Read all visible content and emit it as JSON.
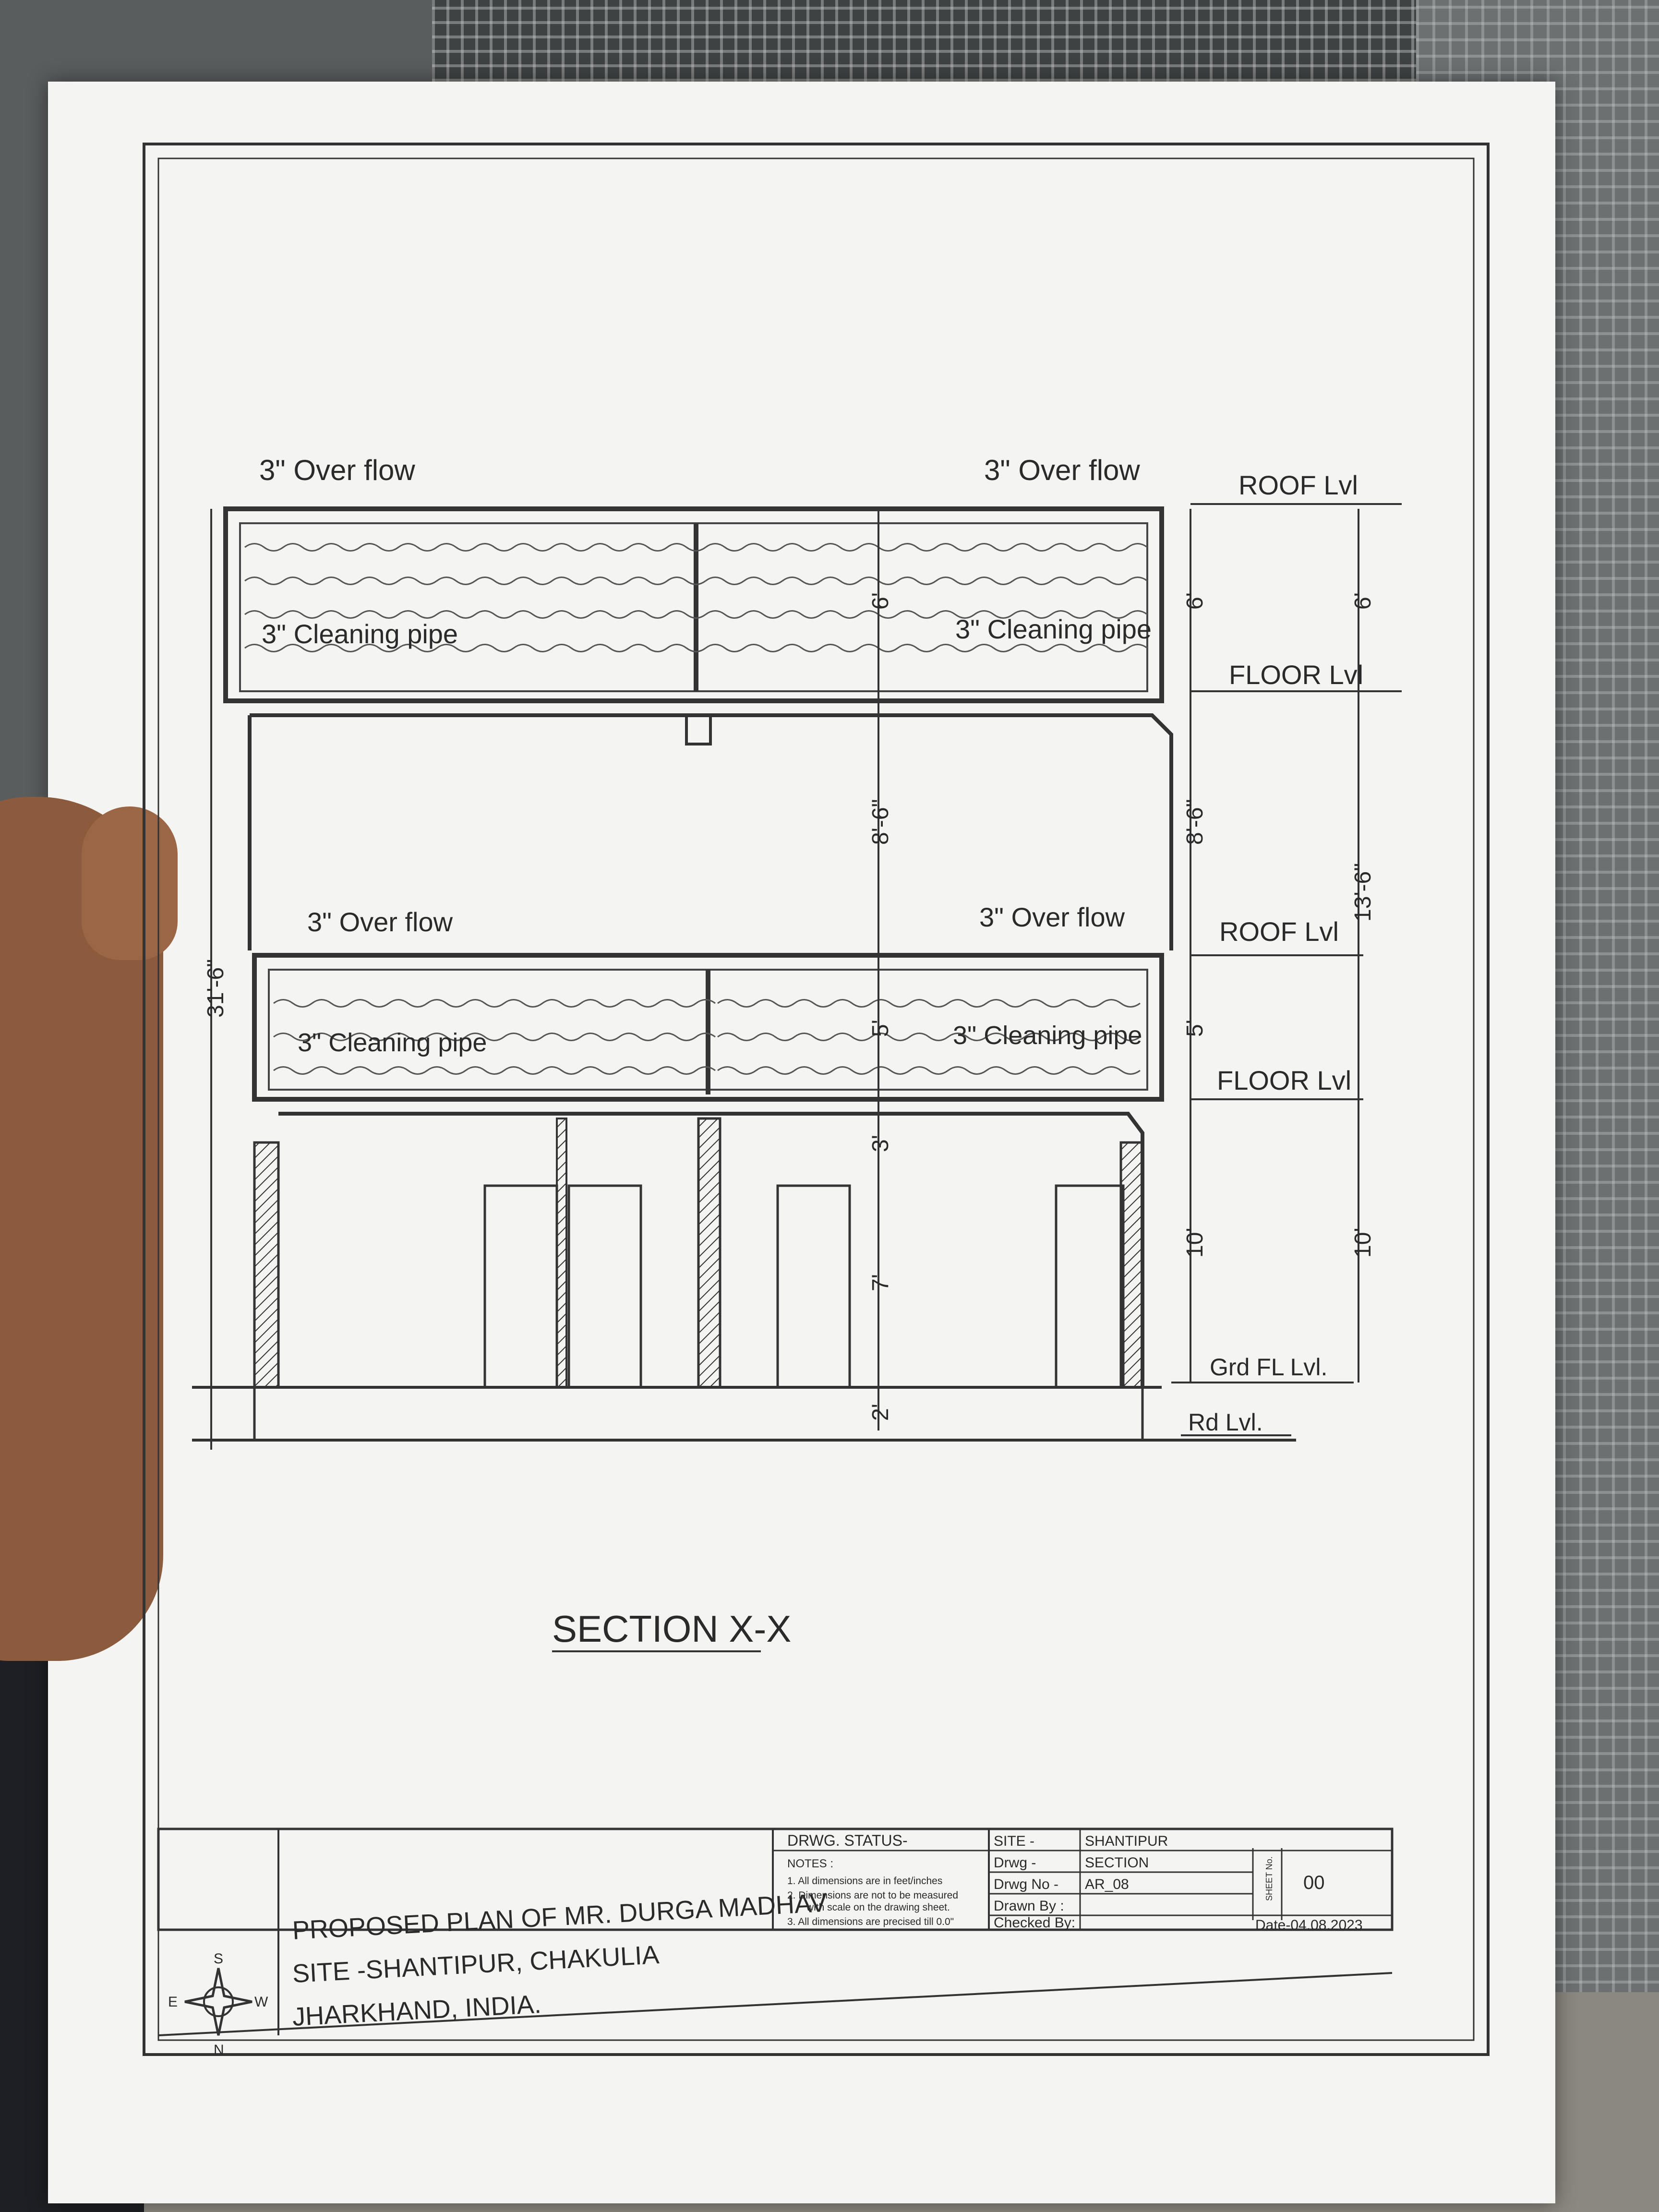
{
  "section_title": "SECTION X-X",
  "upper_tank": {
    "overflow_left": "3\" Over flow",
    "overflow_right": "3\" Over flow",
    "cleaning_left": "3\" Cleaning pipe",
    "cleaning_right": "3\" Cleaning pipe"
  },
  "lower_tank": {
    "overflow_left": "3\" Over flow",
    "overflow_right": "3\" Over flow",
    "cleaning_left": "3\" Cleaning pipe",
    "cleaning_right": "3\" Cleaning pipe"
  },
  "levels": {
    "roof_upper": "ROOF Lvl",
    "floor_upper": "FLOOR Lvl",
    "roof_lower": "ROOF Lvl",
    "floor_lower": "FLOOR Lvl",
    "ground": "Grd FL Lvl.",
    "road": "Rd Lvl."
  },
  "dimensions": {
    "center_6": "6'",
    "center_8_6": "8'-6\"",
    "center_5": "5'",
    "center_3": "3'",
    "center_7": "7'",
    "center_2": "2'",
    "right_6": "6'",
    "right_8_6": "8'-6\"",
    "right_5": "5'",
    "right_10": "10'",
    "far_6": "6'",
    "far_13_6": "13'-6\"",
    "far_10": "10'",
    "total": "31'-6\""
  },
  "title_block": {
    "project": "PROPOSED PLAN OF MR. DURGA MADHAV",
    "site_line": "SITE -SHANTIPUR, CHAKULIA",
    "state_line": "JHARKHAND, INDIA.",
    "status_label": "DRWG. STATUS-",
    "notes_label": "NOTES :",
    "note1": "1. All  dimensions are in feet/inches",
    "note2a": "2. Dimensions are not to be measured",
    "note2b": "with scale on the drawing sheet.",
    "note3": "3. All dimensions are precised till 0.0\"",
    "site_key": "SITE -",
    "site_val": "SHANTIPUR",
    "drwg_key": "Drwg -",
    "drwg_val": "SECTION",
    "drwgno_key": "Drwg No -",
    "drwgno_val": "AR_08",
    "drawn_key": "Drawn By :",
    "checked_key": "Checked By:",
    "sheet_label": "SHEET No.",
    "sheet_val": "00",
    "date": "Date-04.08.2023"
  },
  "compass": {
    "n": "N",
    "s": "S",
    "e": "E",
    "w": "W"
  }
}
